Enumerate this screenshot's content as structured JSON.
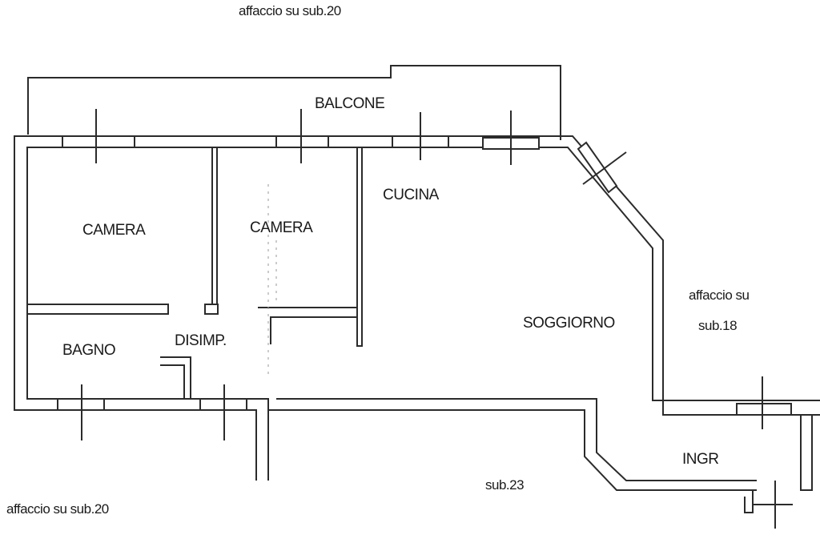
{
  "plan": {
    "top_note": "affaccio su sub.20",
    "rooms": {
      "balcone": "BALCONE",
      "camera_left": "CAMERA",
      "camera_right": "CAMERA",
      "cucina": "CUCINA",
      "soggiorno": "SOGGIORNO",
      "bagno": "BAGNO",
      "disimpegno": "DISIMP.",
      "ingresso": "INGR"
    },
    "right_note_line1": "affaccio su",
    "right_note_line2": "sub.18",
    "bottom_left_note": "affaccio su sub.20",
    "bottom_unit": "sub.23"
  },
  "colors": {
    "wall": "#2b2b2b",
    "background": "#ffffff"
  }
}
